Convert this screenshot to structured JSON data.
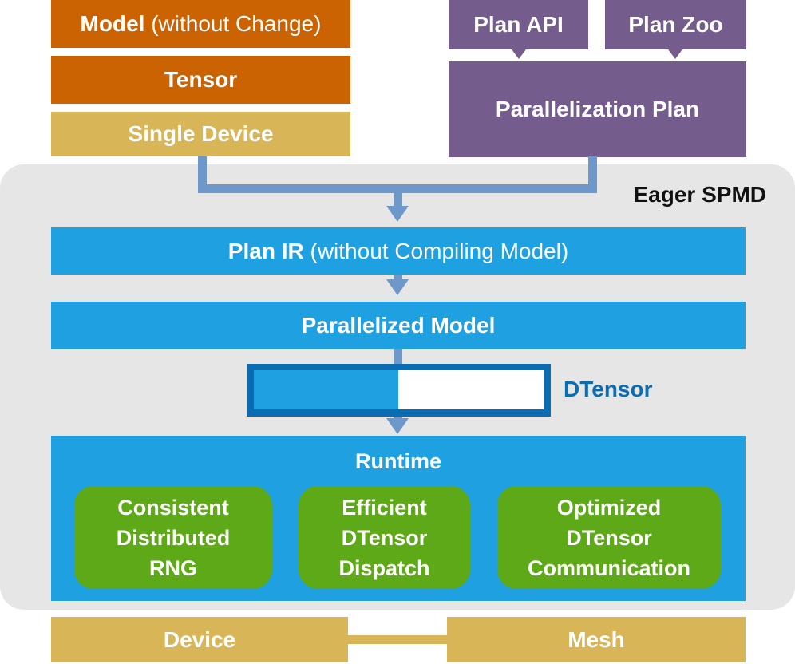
{
  "top_left": {
    "model": {
      "bold": "Model",
      "rest": "(without Change)"
    },
    "tensor": "Tensor",
    "single_device": "Single Device"
  },
  "top_right": {
    "plan_api": "Plan API",
    "plan_zoo": "Plan Zoo",
    "parallelization_plan": "Parallelization Plan"
  },
  "eager_spmd": {
    "title": "Eager SPMD",
    "plan_ir": {
      "bold": "Plan IR",
      "rest": "(without Compiling Model)"
    },
    "parallelized_model": "Parallelized Model",
    "dtensor_label": "DTensor",
    "runtime": {
      "title": "Runtime",
      "components": [
        {
          "lines": [
            "Consistent",
            "Distributed",
            "RNG"
          ]
        },
        {
          "lines": [
            "Efficient",
            "DTensor",
            "Dispatch"
          ]
        },
        {
          "lines": [
            "Optimized",
            "DTensor",
            "Communication"
          ]
        }
      ]
    }
  },
  "bottom": {
    "device": "Device",
    "mesh": "Mesh"
  },
  "colors": {
    "orange": "#cb6303",
    "tan": "#d8b556",
    "purple": "#745d8c",
    "blue": "#1ea0e1",
    "dark_blue": "#0a6db3",
    "green": "#5ea917",
    "panel": "#e6e6e6",
    "connector": "#6e98c9"
  }
}
